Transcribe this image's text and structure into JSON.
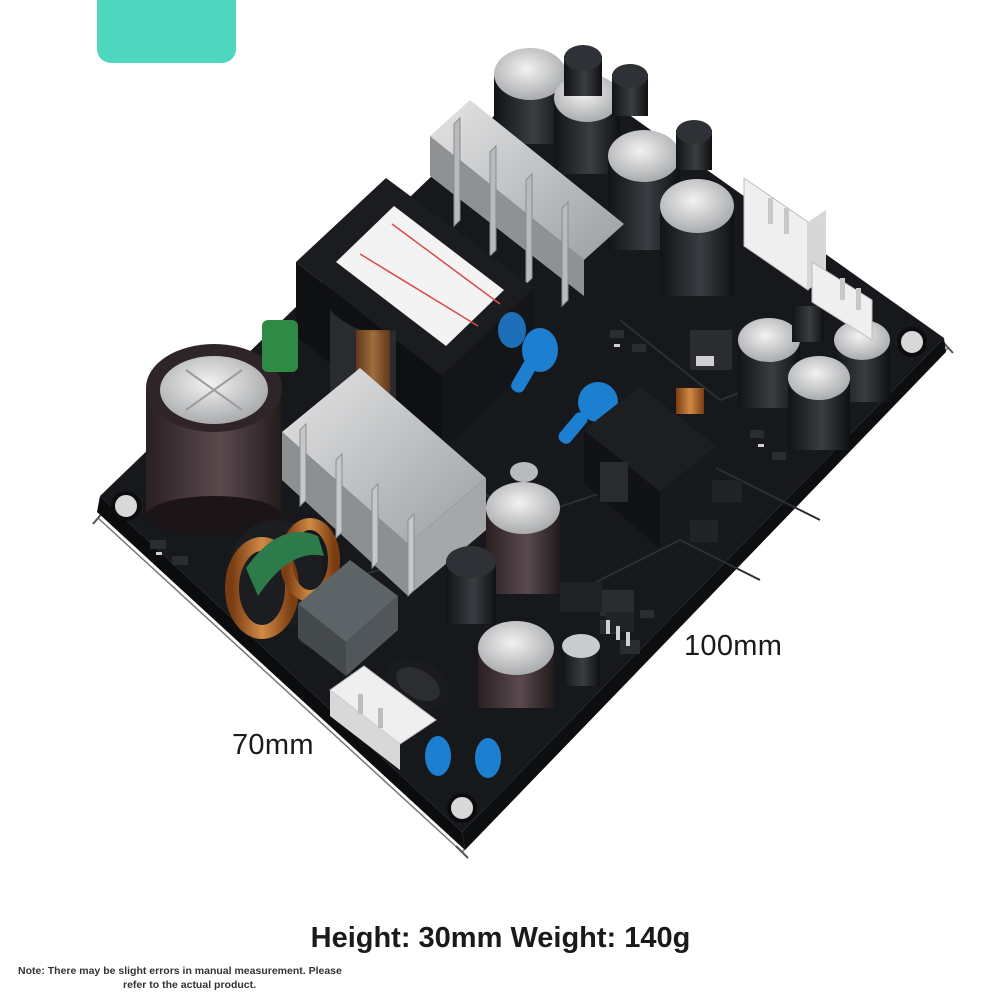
{
  "image": {
    "colors": {
      "accent_tab": "#4fd6bf",
      "pcb": "#141619",
      "heatsink": "#c9cbcd",
      "transformer": "#18191b",
      "capacitor": "#1e2024",
      "capacitor_top": "#d9dadb",
      "inductor_copper": "#b86a2a",
      "y_cap_blue": "#1d7fd0",
      "connector": "#efefef",
      "text": "#1a1a1a"
    },
    "icons": [
      "circuit-board-photo"
    ]
  },
  "dimensions": {
    "length_label": "100mm",
    "width_label": "70mm"
  },
  "specs": {
    "line": "Height: 30mm Weight: 140g"
  },
  "note": {
    "line1": "Note: There may be slight errors in manual measurement. Please",
    "line2": "refer to the actual product."
  }
}
